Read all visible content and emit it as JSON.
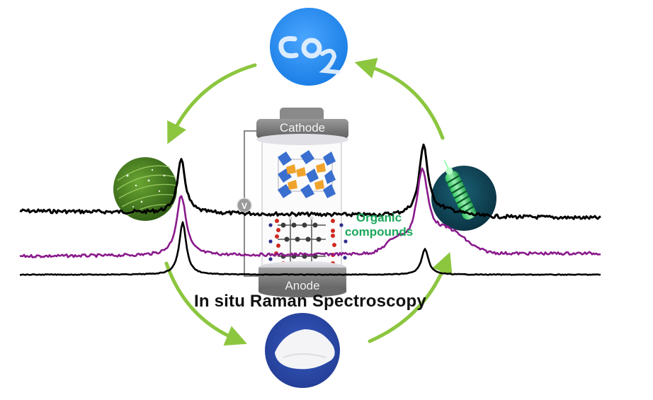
{
  "figure": {
    "title": "In situ Raman Spectroscopy",
    "cell": {
      "top_electrode": "Cathode",
      "bottom_electrode": "Anode",
      "meter_symbol": "V",
      "cathode_material": "crystal-structure",
      "anode_material": "organic-molecule"
    },
    "annotation": {
      "line1": "Organic",
      "line2": "compounds"
    },
    "cycle_nodes": [
      {
        "id": "co2",
        "label": "CO2",
        "depiction": "cloud-text-co2-on-blue-sky"
      },
      {
        "id": "leaf",
        "depiction": "green-leaf-with-water-droplets"
      },
      {
        "id": "powder",
        "depiction": "white-powder-on-blue"
      },
      {
        "id": "battery",
        "depiction": "glowing-green-spring-device"
      }
    ],
    "cycle_direction": [
      "co2 -> leaf",
      "leaf -> powder",
      "powder -> battery",
      "battery -> co2"
    ],
    "spectra": [
      {
        "name": "top-spectrum",
        "color": "#000000",
        "peaks": [
          "left sharp peak",
          "right sharp peak"
        ]
      },
      {
        "name": "middle-spectrum",
        "color": "#8a1a8c",
        "peaks": [
          "left peak",
          "right broad peak"
        ]
      },
      {
        "name": "bottom-spectrum",
        "color": "#000000",
        "peaks": [
          "left sharp peak",
          "right small peak"
        ]
      }
    ],
    "colors": {
      "arrow": "#8cc63f",
      "co2_bg": "#2a8df0",
      "powder_bg": "#2a4aa8",
      "battery_bg": "#0f4a5c",
      "electrode": "#7b7b7b",
      "annotation_text": "#1aa75a",
      "purple_trace": "#8a1a8c"
    }
  }
}
